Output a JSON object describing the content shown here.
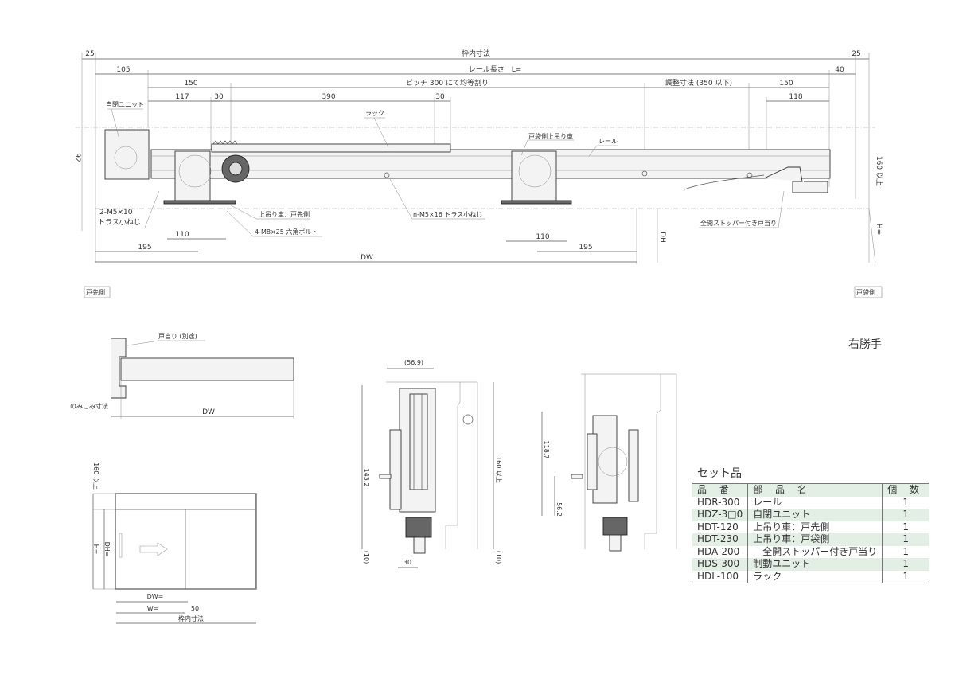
{
  "elevation": {
    "dims": {
      "frame_inner": "枠内寸法",
      "left_25": "25",
      "right_25": "25",
      "d105": "105",
      "rail_length": "レール長さ　L=",
      "d40": "40",
      "d150_left": "150",
      "pitch": "ピッチ 300 にて均等割り",
      "adjust": "調整寸法 (350 以下)",
      "d150_right": "150",
      "d117": "117",
      "d30_a": "30",
      "d390": "390",
      "d30_b": "30",
      "d118": "118",
      "d92": "92",
      "d160": "160 以上",
      "d110_left": "110",
      "d110_right": "110",
      "d195_left": "195",
      "d195_right": "195",
      "dw": "DW",
      "dh": "DH",
      "h": "H="
    },
    "labels": {
      "closer_unit": "自閉ユニット",
      "rack": "ラック",
      "pocket_hanger": "戸袋側上吊り車",
      "rail": "レール",
      "screw_2m5_a": "2-M5×10",
      "screw_2m5_b": "トラス小ねじ",
      "hanger_front": "上吊り車：戸先側",
      "bolt": "4-M8×25 六角ボルト",
      "screw_n": "n-M5×16 トラス小ねじ",
      "stopper": "全開ストッパー付き戸当り",
      "front_side": "戸先側",
      "pocket_side": "戸袋側",
      "hand": "右勝手"
    }
  },
  "plan": {
    "door_stop": "戸当り (別途)",
    "swallow": "のみこみ寸法",
    "dw": "DW"
  },
  "sections": {
    "d56_9": "(56.9)",
    "d143_2": "143.2",
    "d160": "160 以上",
    "d10_left": "(10)",
    "d10_right": "(10)",
    "d30": "30",
    "d118_7": "118.7",
    "d56_2": "56.2"
  },
  "front_view": {
    "d160": "160 以上",
    "h": "H=",
    "dh": "DH=",
    "dw": "DW=",
    "w": "W=",
    "d50": "50",
    "frame_inner": "枠内寸法"
  },
  "set_table": {
    "title": "セット品",
    "headers": [
      "品 番",
      "部 品 名",
      "個 数"
    ],
    "rows": [
      {
        "code": "HDR-300",
        "name": "レール",
        "qty": "1"
      },
      {
        "code": "HDZ-3□0",
        "name": "自閉ユニット",
        "qty": "1"
      },
      {
        "code": "HDT-120",
        "name": "上吊り車：戸先側",
        "qty": "1"
      },
      {
        "code": "HDT-230",
        "name": "上吊り車：戸袋側",
        "qty": "1"
      },
      {
        "code": "HDA-200",
        "name": "　全開ストッパー付き戸当り",
        "qty": "1"
      },
      {
        "code": "HDS-300",
        "name": "制動ユニット",
        "qty": "1"
      },
      {
        "code": "HDL-100",
        "name": "ラック",
        "qty": "1"
      }
    ],
    "header_color": "#e3eee4"
  }
}
